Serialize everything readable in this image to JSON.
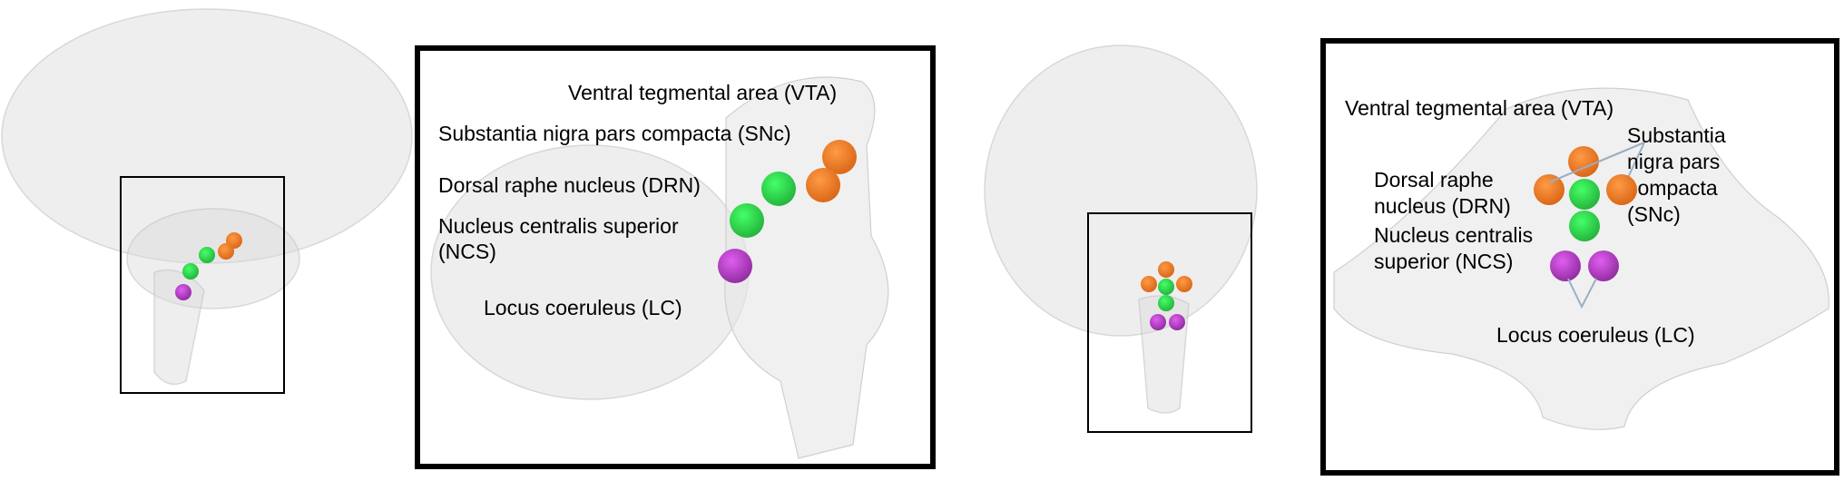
{
  "colors": {
    "dopaminergic": "#f07c28",
    "serotonergic": "#2ed14a",
    "noradrenergic": "#b03dc0",
    "frame": "#000000",
    "tissue": "#d9d9d9"
  },
  "sagittal_panel": {
    "labels": {
      "vta": "Ventral tegmental area (VTA)",
      "snc": "Substantia nigra pars compacta (SNc)",
      "drn": "Dorsal raphe nucleus (DRN)",
      "ncs_line1": "Nucleus centralis superior",
      "ncs_line2": "(NCS)",
      "lc": "Locus coeruleus (LC)"
    }
  },
  "coronal_panel": {
    "labels": {
      "vta": "Ventral tegmental area (VTA)",
      "snc_line1": "Substantia",
      "snc_line2": "nigra pars",
      "snc_line3": "compacta",
      "snc_line4": "(SNc)",
      "drn_line1": "Dorsal raphe",
      "drn_line2": "nucleus (DRN)",
      "ncs_line1": "Nucleus centralis",
      "ncs_line2": "superior (NCS)",
      "lc": "Locus coeruleus (LC)"
    }
  }
}
